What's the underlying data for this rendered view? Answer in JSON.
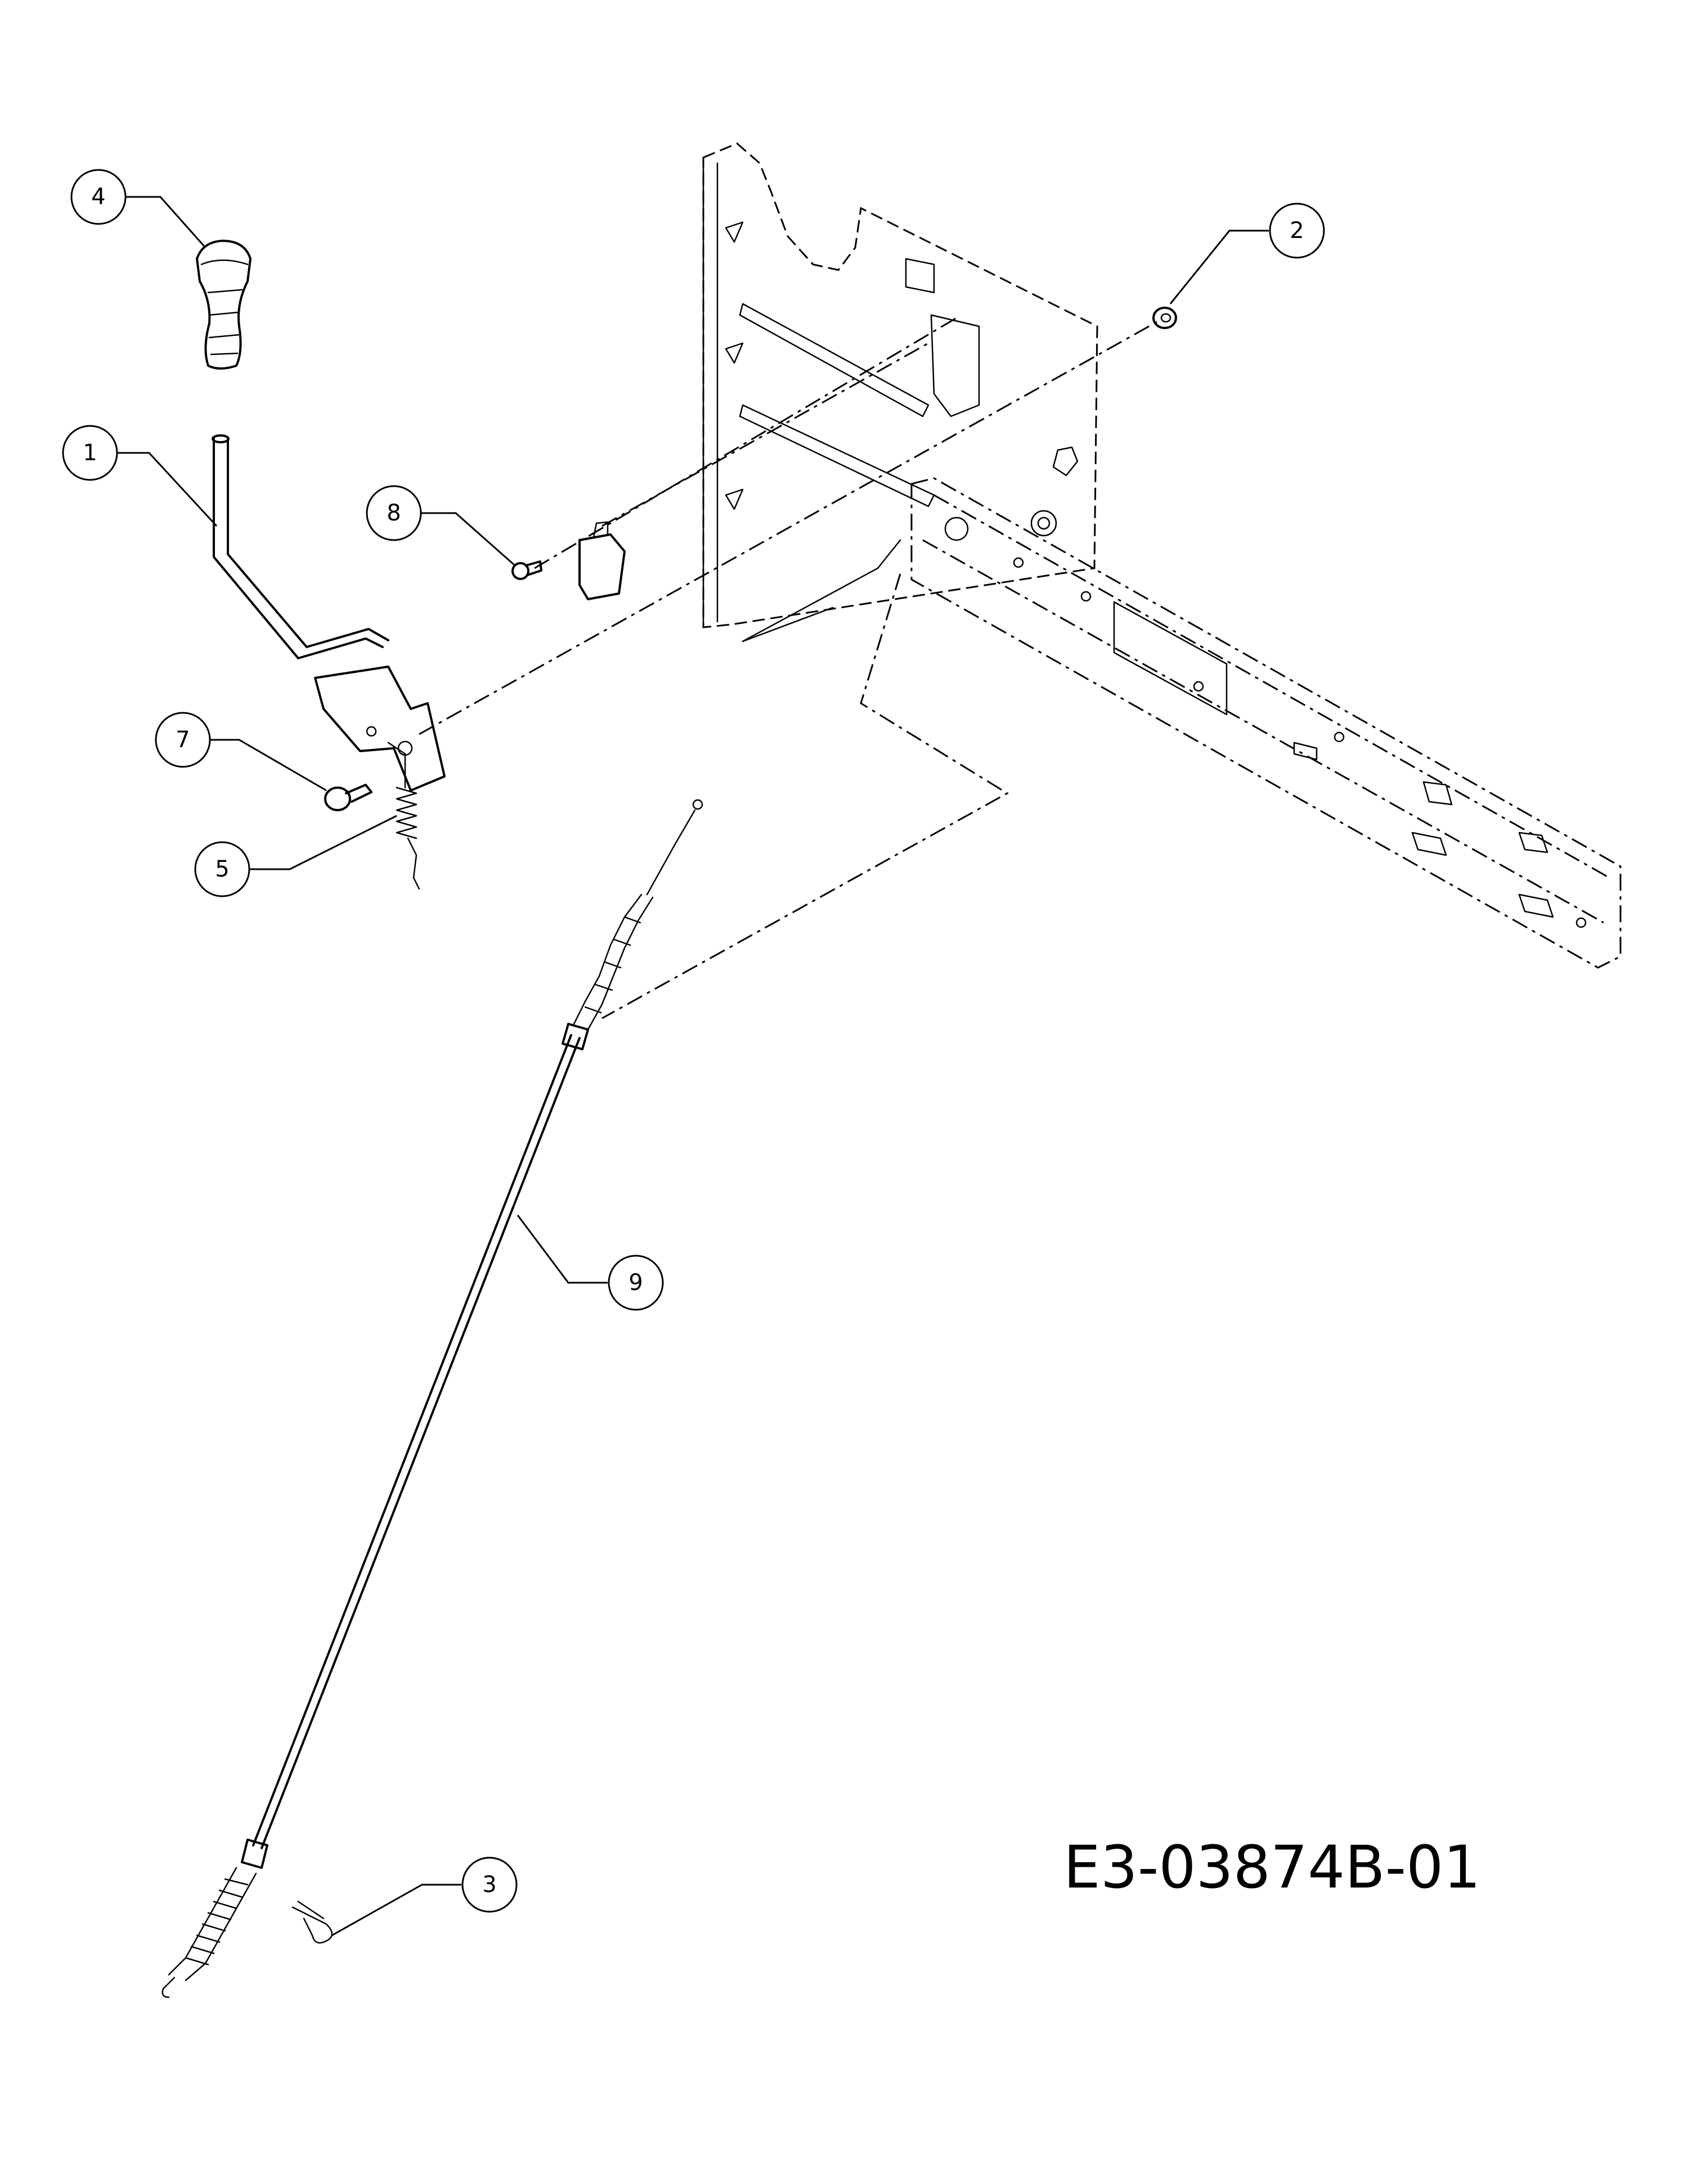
{
  "drawing": {
    "reference_code": "E3-03874B-01"
  },
  "callouts": [
    {
      "id": "1",
      "label": "1"
    },
    {
      "id": "2",
      "label": "2"
    },
    {
      "id": "3",
      "label": "3"
    },
    {
      "id": "4",
      "label": "4"
    },
    {
      "id": "5",
      "label": "5"
    },
    {
      "id": "7",
      "label": "7"
    },
    {
      "id": "8",
      "label": "8"
    },
    {
      "id": "9",
      "label": "9"
    }
  ]
}
